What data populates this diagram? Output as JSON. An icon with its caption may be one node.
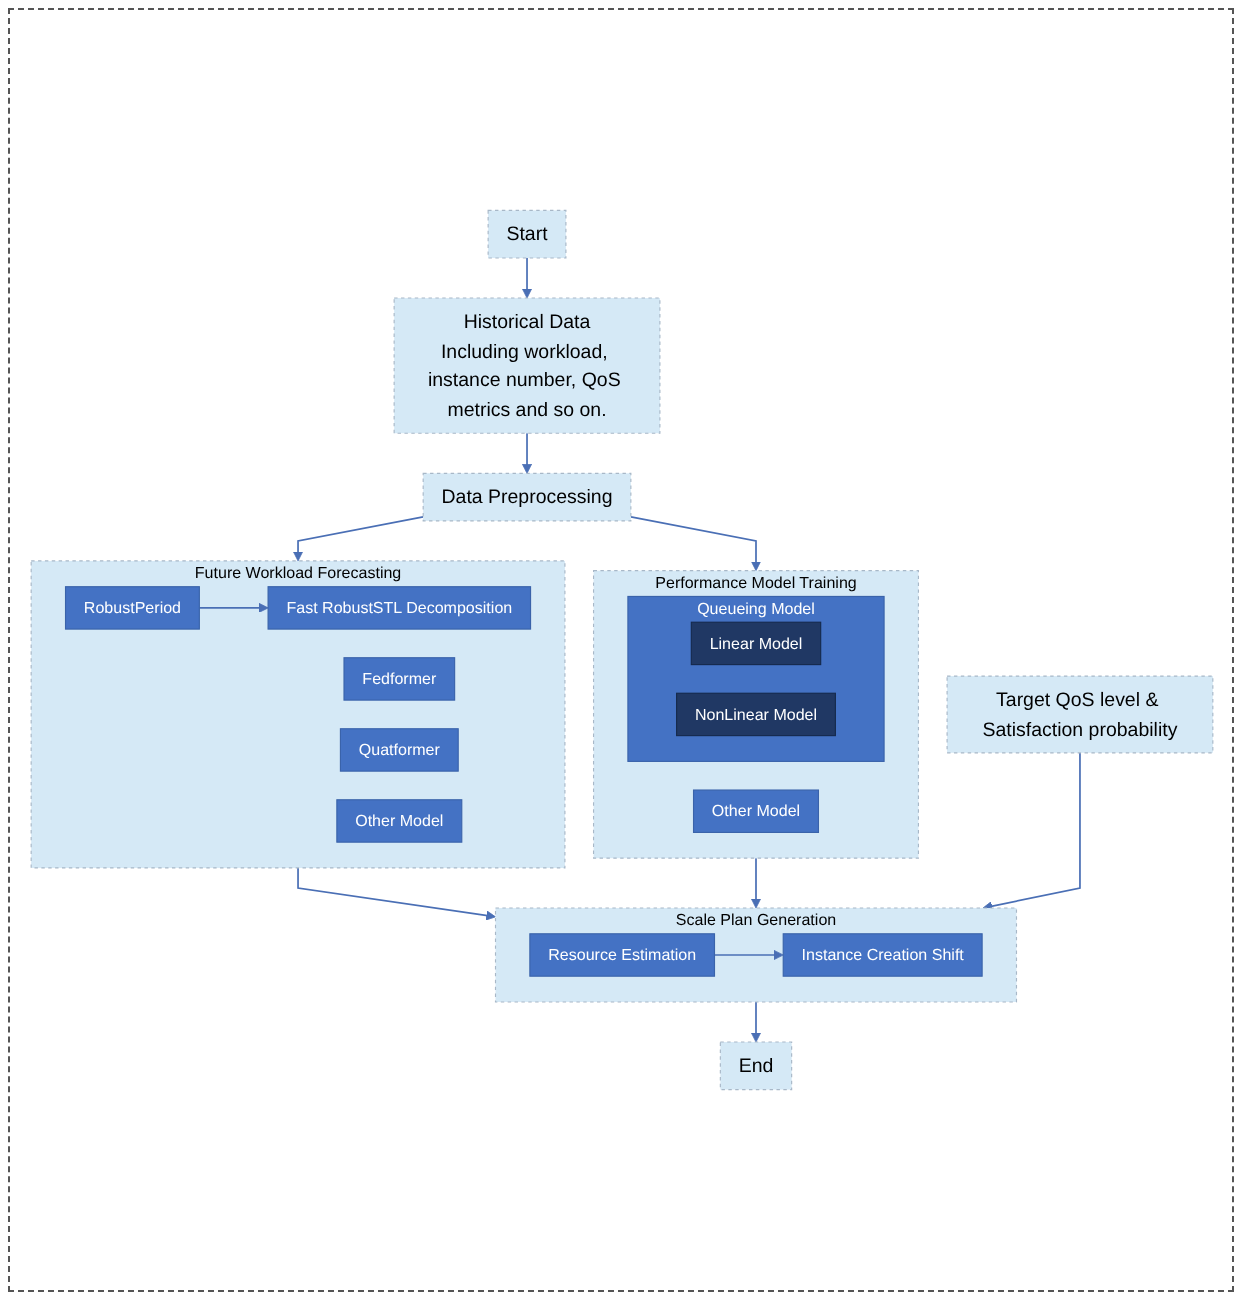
{
  "diagram": {
    "nodes": [
      {
        "text": [
          "Start"
        ]
      },
      {
        "text": [
          "Historical Data",
          "Including workload, instance number, QoS metrics and so on."
        ]
      },
      {
        "text": [
          "Data Preprocessing"
        ]
      },
      {
        "text": [
          "Future Workload Forecasting"
        ]
      },
      {
        "text": [
          "RobustPeriod"
        ],
        "in": 3
      },
      {
        "text": [
          "Fast RobustSTL Decomposition"
        ],
        "in": 3
      },
      {
        "text": [
          "Fedformer"
        ],
        "in": 3
      },
      {
        "text": [
          "Quatformer"
        ],
        "in": 3
      },
      {
        "text": [
          "Other Model"
        ],
        "in": 3
      },
      {
        "text": [
          "Performance Model Training"
        ]
      },
      {
        "text": [
          "Queueing Model"
        ],
        "in": 9
      },
      {
        "text": [
          "Linear Model"
        ],
        "in": 10
      },
      {
        "text": [
          "NonLinear Model"
        ],
        "in": 10
      },
      {
        "text": [
          "Other Model"
        ],
        "in": 9
      },
      {
        "text": [
          "Scale Plan Generation"
        ]
      },
      {
        "text": [
          "Resource Estimation"
        ],
        "in": 14
      },
      {
        "text": [
          "Instance Creation Shift"
        ],
        "in": 14
      },
      {
        "text": [
          "Target QoS level & Satisfaction probability"
        ]
      },
      {
        "text": [
          "End"
        ]
      }
    ],
    "edges": [
      {
        "from": 0,
        "to": 1,
        "arrow": "to"
      },
      {
        "from": 1,
        "to": 2,
        "arrow": "to"
      },
      {
        "from": 2,
        "to": 3,
        "arrow": "to"
      },
      {
        "from": 2,
        "to": 9,
        "arrow": "to"
      },
      {
        "from": 4,
        "to": 5,
        "arrow": "to"
      },
      {
        "from": 3,
        "to": 14,
        "arrow": "to"
      },
      {
        "from": 9,
        "to": 14,
        "arrow": "to"
      },
      {
        "from": 15,
        "to": 16,
        "arrow": "to"
      },
      {
        "from": 17,
        "to": 14,
        "arrow": "to"
      },
      {
        "from": 14,
        "to": 18,
        "arrow": "to"
      }
    ]
  }
}
